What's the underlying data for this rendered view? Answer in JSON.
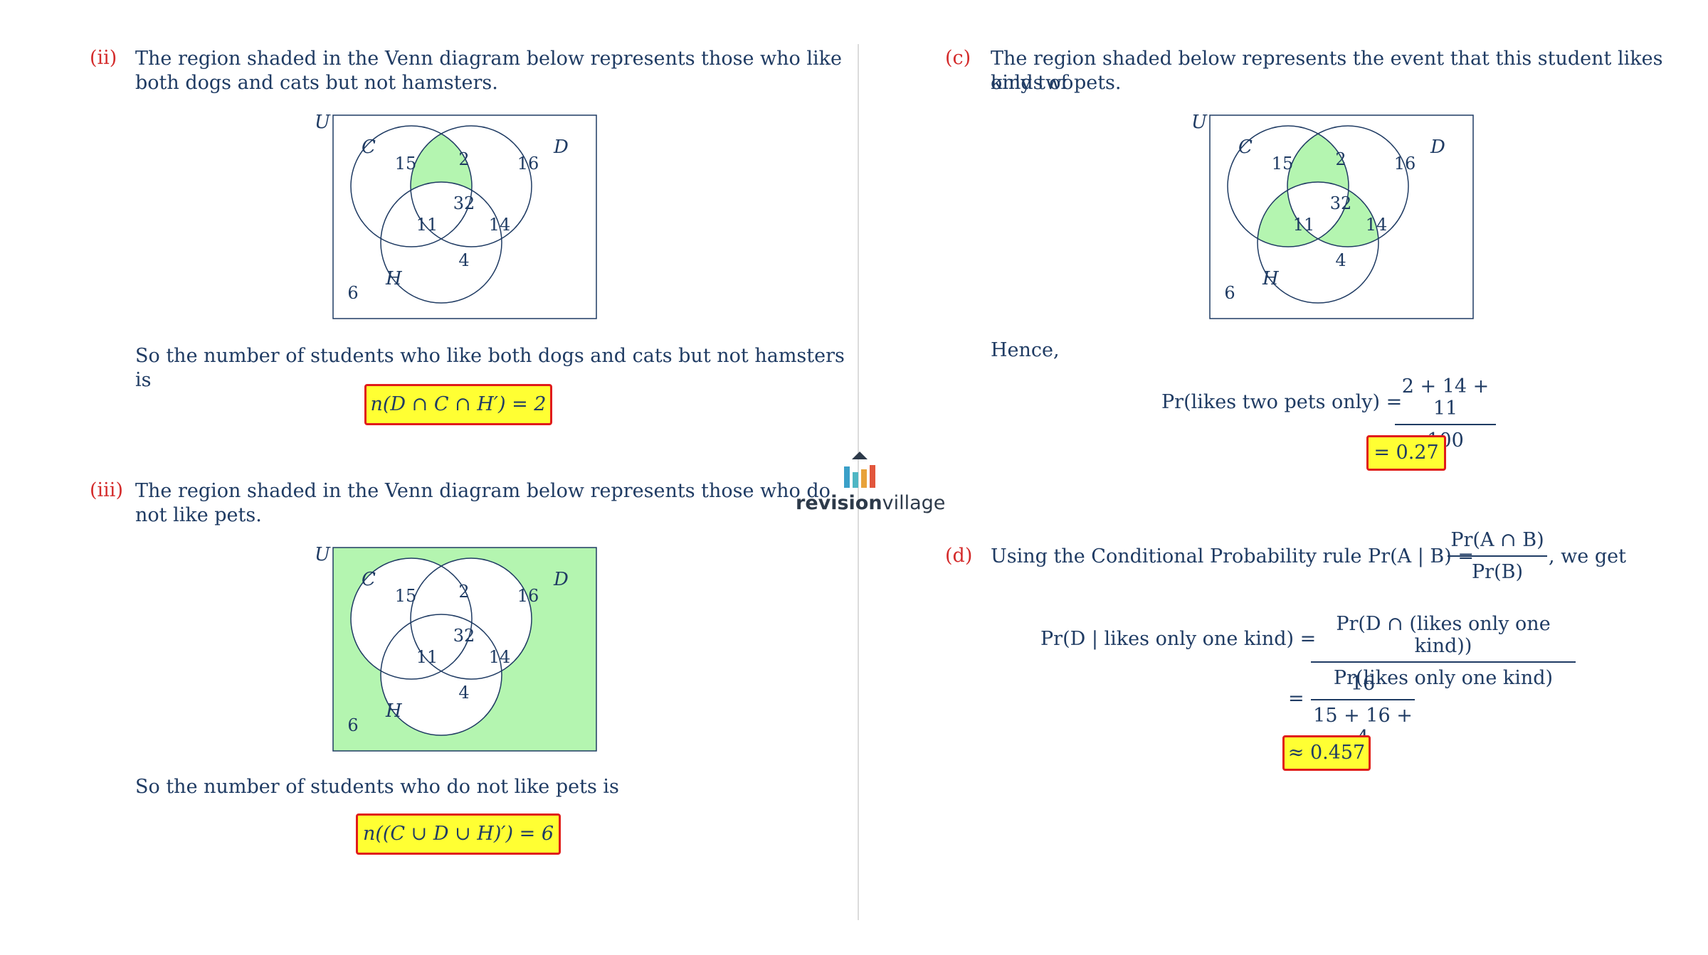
{
  "left": {
    "part_ii": {
      "label": "(ii)",
      "line1": "The region shaded in the Venn diagram below represents those who like",
      "line2": "both dogs and cats but not hamsters.",
      "conclusion1": "So the number of students who like both dogs and cats but not hamsters",
      "conclusion2": "is",
      "answer": "n(D ∩ C ∩ H′) = 2"
    },
    "part_iii": {
      "label": "(iii)",
      "line1": "The region shaded in the Venn diagram below represents those who do",
      "line2": "not like pets.",
      "conclusion": "So the number of students who do not like pets is",
      "answer": "n((C ∪ D ∪ H)′) = 6"
    }
  },
  "right": {
    "part_c": {
      "label": "(c)",
      "line1": "The region shaded below represents the event that this student likes only two",
      "line2": "kinds of pets.",
      "hence": "Hence,",
      "lhs": "Pr(likes two pets only) =",
      "numerator": "2 + 14 + 11",
      "denominator": "100",
      "answer": "= 0.27"
    },
    "part_d": {
      "label": "(d)",
      "intro": "Using the Conditional Probability rule Pr(A | B) =",
      "rule_num": "Pr(A ∩ B)",
      "rule_den": "Pr(B)",
      "we_get": ", we get",
      "lhs": "Pr(D | likes only one kind) =",
      "num1": "Pr(D ∩ (likes only one kind))",
      "den1": "Pr(likes only one kind)",
      "eq": "=",
      "num2": "16",
      "den2": "15 + 16 + 4",
      "answer": "≈ 0.457"
    }
  },
  "venn": {
    "set_u": "U",
    "set_c": "C",
    "set_d": "D",
    "set_h": "H",
    "c_only": "15",
    "c_d_only": "2",
    "d_only": "16",
    "c_d_h": "32",
    "c_h_only": "11",
    "d_h_only": "14",
    "h_only": "4",
    "outside": "6"
  },
  "logo": {
    "bold": "revision",
    "light": "village"
  },
  "colors": {
    "shade": "#b4f5b0",
    "highlight": "#ffff33",
    "border": "#e01b1b",
    "ink": "#1f3b63",
    "label": "#d42b2b"
  }
}
